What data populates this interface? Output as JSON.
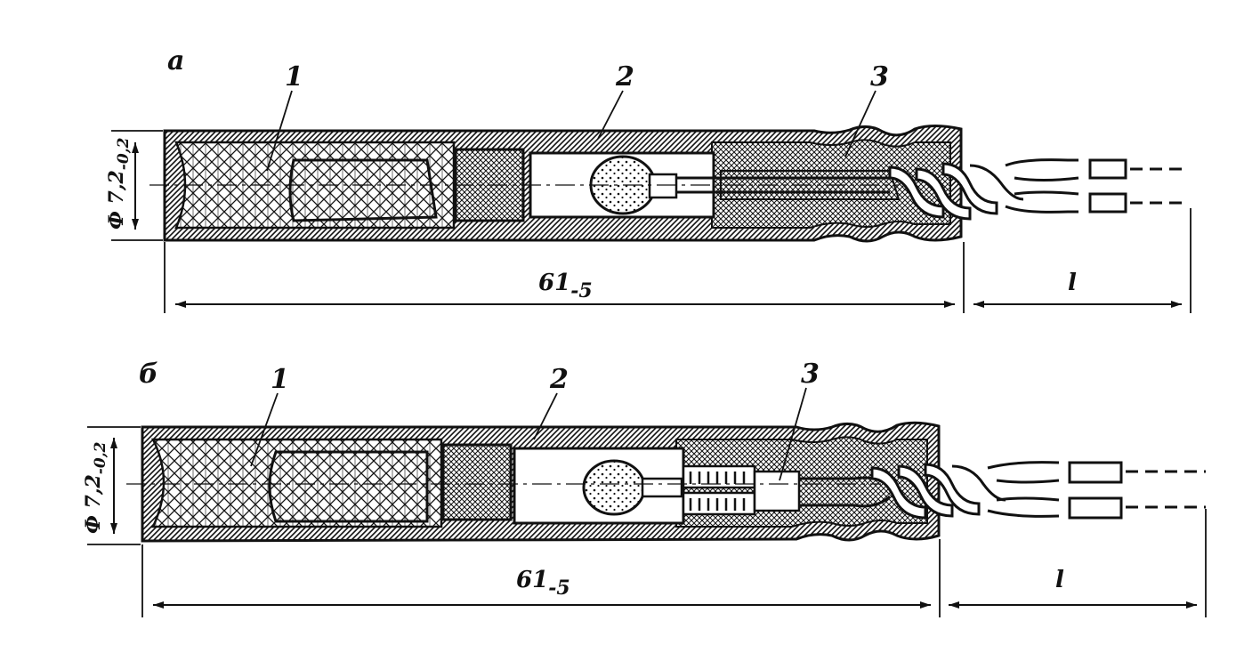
{
  "figure": {
    "panels": [
      {
        "id": "a",
        "letter": "а",
        "callouts": [
          "1",
          "2",
          "3"
        ],
        "diameter": {
          "main": "Ф 7,2",
          "sub": "-0,2"
        },
        "length": {
          "main": "61",
          "sub": "-5"
        },
        "lead_length": "l"
      },
      {
        "id": "b",
        "letter": "б",
        "callouts": [
          "1",
          "2",
          "3"
        ],
        "diameter": {
          "main": "Ф 7,2",
          "sub": "-0,2"
        },
        "length": {
          "main": "61",
          "sub": "-5"
        },
        "lead_length": "l"
      }
    ]
  }
}
